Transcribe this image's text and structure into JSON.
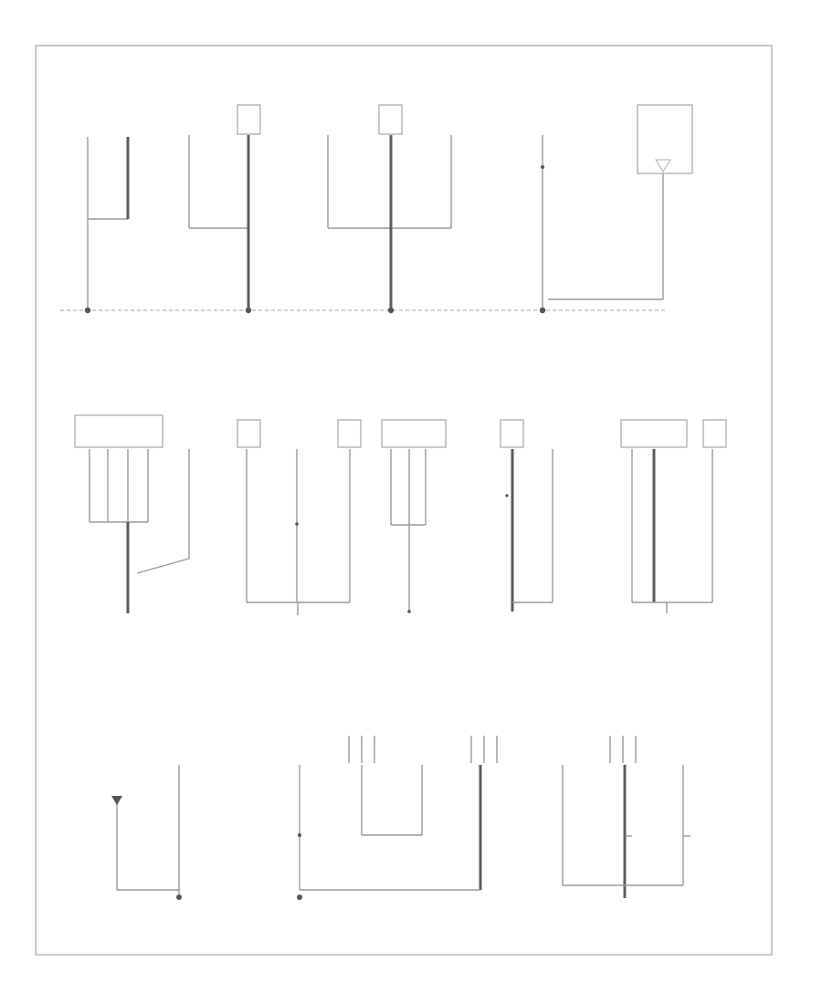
{
  "diagram": {
    "title": "",
    "code": "",
    "sections": [
      "top-ground-group",
      "middle-ground-group",
      "bottom-ground-group"
    ]
  }
}
